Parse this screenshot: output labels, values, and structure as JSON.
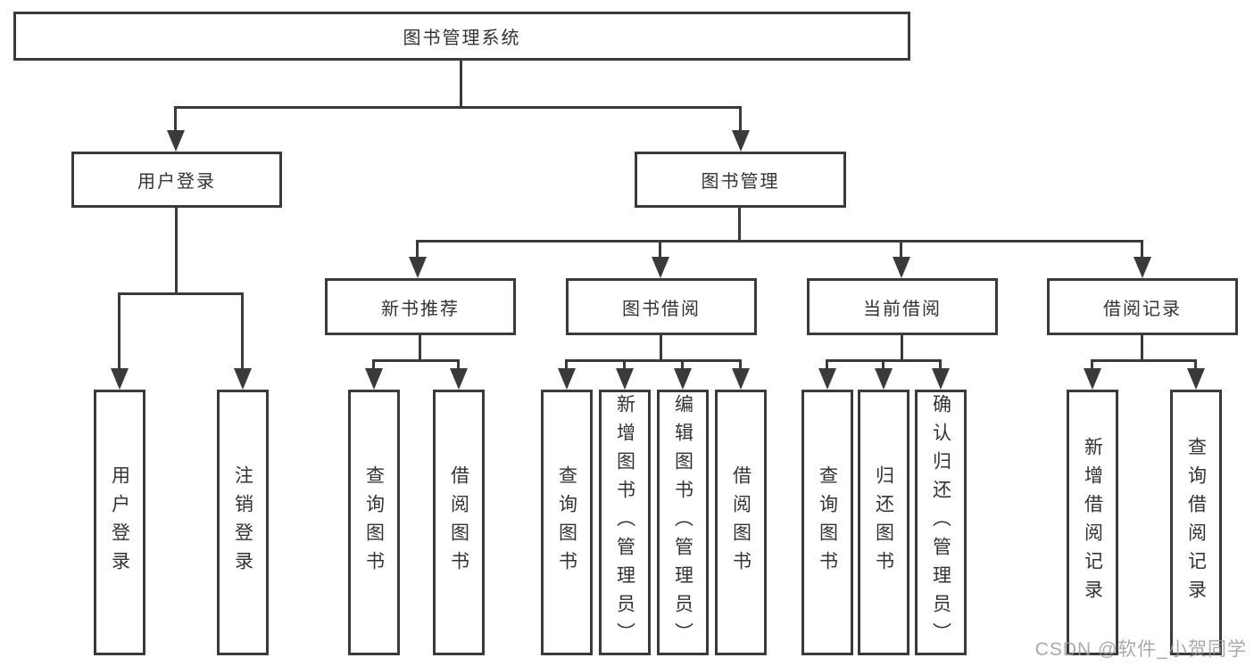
{
  "diagram_title": "图书管理系统",
  "nodes": {
    "root": {
      "label": "图书管理系统"
    },
    "branches": [
      {
        "label": "用户登录"
      },
      {
        "label": "图书管理"
      }
    ],
    "sections": [
      {
        "label": "新书推荐",
        "parent": "图书管理"
      },
      {
        "label": "图书借阅",
        "parent": "图书管理"
      },
      {
        "label": "当前借阅",
        "parent": "图书管理"
      },
      {
        "label": "借阅记录",
        "parent": "图书管理"
      }
    ],
    "leaves": [
      {
        "label": "用户登录",
        "parent": "用户登录"
      },
      {
        "label": "注销登录",
        "parent": "用户登录"
      },
      {
        "label": "查询图书",
        "parent": "新书推荐"
      },
      {
        "label": "借阅图书",
        "parent": "新书推荐"
      },
      {
        "label": "查询图书",
        "parent": "图书借阅"
      },
      {
        "label": "新增图书（管理员）",
        "parent": "图书借阅"
      },
      {
        "label": "编辑图书（管理员）",
        "parent": "图书借阅"
      },
      {
        "label": "借阅图书",
        "parent": "图书借阅"
      },
      {
        "label": "查询图书",
        "parent": "当前借阅"
      },
      {
        "label": "归还图书",
        "parent": "当前借阅"
      },
      {
        "label": "确认归还（管理员）",
        "parent": "当前借阅"
      },
      {
        "label": "新增借阅记录",
        "parent": "借阅记录"
      },
      {
        "label": "查询借阅记录",
        "parent": "借阅记录"
      }
    ]
  },
  "watermark": {
    "text": "CSDN @软件_小贺同学"
  },
  "colors": {
    "line": "#3a3a3a",
    "text": "#333333",
    "background": "#ffffff",
    "watermark": "#9b9b9b"
  }
}
